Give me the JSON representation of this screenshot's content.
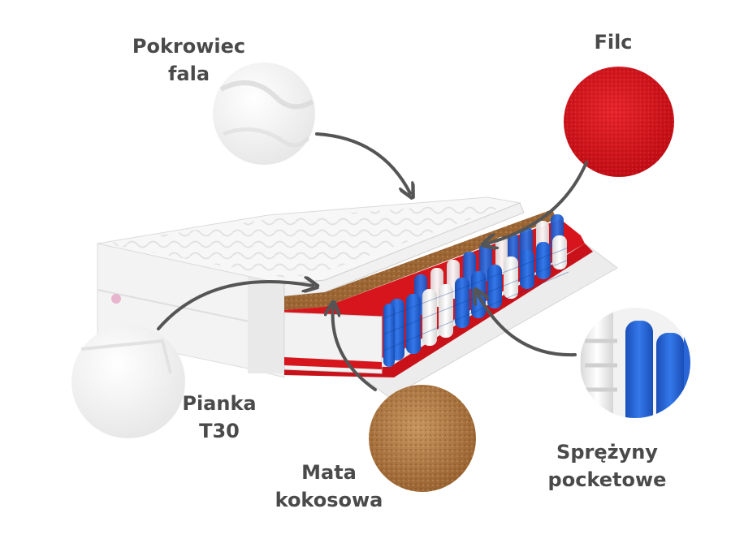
{
  "labels": {
    "pokrowiec": {
      "line1": "Pokrowiec",
      "line2": "fala"
    },
    "filc": {
      "line1": "Filc"
    },
    "pianka": {
      "line1": "Pianka",
      "line2": "T30"
    },
    "mata": {
      "line1": "Mata",
      "line2": "kokosowa"
    },
    "sprezyny": {
      "line1": "Sprężyny",
      "line2": "pocketowe"
    }
  },
  "colors": {
    "text": "#4a4a4a",
    "arrow": "#555555",
    "felt_red": "#d8141c",
    "spring_blue": "#1f5fd0",
    "coconut_brown": "#a8713c",
    "foam_white": "#f4f4f4"
  }
}
